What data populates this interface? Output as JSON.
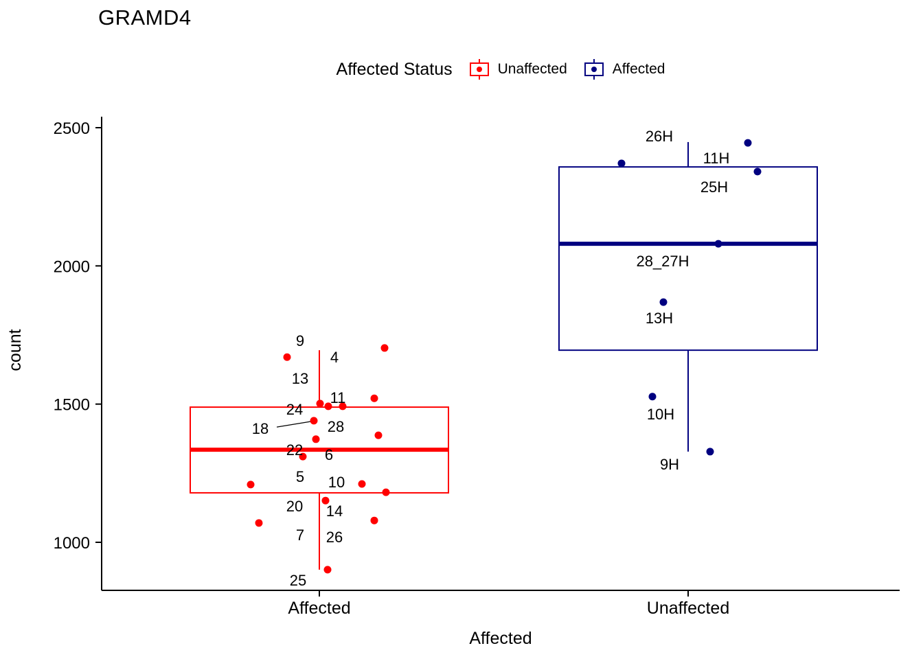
{
  "chart_data": {
    "type": "boxplot",
    "title": "GRAMD4",
    "xlabel": "Affected",
    "ylabel": "count",
    "grid": false,
    "legend_position": "top",
    "legend": {
      "title": "Affected Status",
      "entries": [
        {
          "label": "Unaffected",
          "color": "#FF0000"
        },
        {
          "label": "Affected",
          "color": "#000080"
        }
      ]
    },
    "y_ticks": [
      1000,
      1500,
      2000,
      2500
    ],
    "ylim": [
      860,
      2520
    ],
    "x_categories": [
      "Affected",
      "Unaffected"
    ],
    "groups": [
      {
        "category": "Affected",
        "color": "#FF0000",
        "box": {
          "q1": 1179,
          "median": 1335,
          "q3": 1489,
          "whisker_low": 901,
          "whisker_high": 1695
        },
        "points": [
          {
            "value": 1670,
            "dx": -47
          },
          {
            "value": 1703,
            "dx": 95
          },
          {
            "value": 1521,
            "dx": 80
          },
          {
            "value": 1502,
            "dx": 1
          },
          {
            "value": 1492,
            "dx": 13
          },
          {
            "value": 1440,
            "dx": -8
          },
          {
            "value": 1492,
            "dx": 34
          },
          {
            "value": 1373,
            "dx": -5
          },
          {
            "value": 1387,
            "dx": 86
          },
          {
            "value": 1310,
            "dx": -24
          },
          {
            "value": 1209,
            "dx": -100
          },
          {
            "value": 1211,
            "dx": 62
          },
          {
            "value": 1181,
            "dx": 97
          },
          {
            "value": 1151,
            "dx": 9
          },
          {
            "value": 1070,
            "dx": -88
          },
          {
            "value": 1079,
            "dx": 80
          },
          {
            "value": 901,
            "dx": 12
          }
        ],
        "point_labels": [
          {
            "text": "9",
            "value": 1730,
            "dx": -28
          },
          {
            "text": "4",
            "value": 1670,
            "dx": 22
          },
          {
            "text": "13",
            "value": 1594,
            "dx": -28
          },
          {
            "text": "11",
            "value": 1524,
            "dx": 27
          },
          {
            "text": "24",
            "value": 1482,
            "dx": -36
          },
          {
            "text": "18",
            "value": 1412,
            "dx": -86
          },
          {
            "text": "28",
            "value": 1420,
            "dx": 24
          },
          {
            "text": "22",
            "value": 1335,
            "dx": -36
          },
          {
            "text": "6",
            "value": 1318,
            "dx": 14
          },
          {
            "text": "5",
            "value": 1238,
            "dx": -28
          },
          {
            "text": "10",
            "value": 1219,
            "dx": 25
          },
          {
            "text": "20",
            "value": 1132,
            "dx": -36
          },
          {
            "text": "14",
            "value": 1114,
            "dx": 22
          },
          {
            "text": "7",
            "value": 1027,
            "dx": -28
          },
          {
            "text": "26",
            "value": 1020,
            "dx": 22
          },
          {
            "text": "25",
            "value": 863,
            "dx": -31
          }
        ],
        "leader_lines": [
          {
            "v1": 1417,
            "dx1": -62,
            "v2": 1438,
            "dx2": -10
          }
        ]
      },
      {
        "category": "Unaffected",
        "color": "#000080",
        "box": {
          "q1": 1695,
          "median": 2080,
          "q3": 2358,
          "whisker_low": 1328,
          "whisker_high": 2448
        },
        "points": [
          {
            "value": 2371,
            "dx": -97
          },
          {
            "value": 2445,
            "dx": 87
          },
          {
            "value": 2341,
            "dx": 101
          },
          {
            "value": 2080,
            "dx": 44
          },
          {
            "value": 1869,
            "dx": -36
          },
          {
            "value": 1527,
            "dx": -52
          },
          {
            "value": 1328,
            "dx": 32
          }
        ],
        "point_labels": [
          {
            "text": "26H",
            "value": 2470,
            "dx": -42
          },
          {
            "text": "11H",
            "value": 2391,
            "dx": 41
          },
          {
            "text": "25H",
            "value": 2286,
            "dx": 38
          },
          {
            "text": "28_27H",
            "value": 2018,
            "dx": -37
          },
          {
            "text": "13H",
            "value": 1812,
            "dx": -42
          },
          {
            "text": "10H",
            "value": 1464,
            "dx": -40
          },
          {
            "text": "9H",
            "value": 1283,
            "dx": -27
          }
        ],
        "leader_lines": []
      }
    ]
  }
}
